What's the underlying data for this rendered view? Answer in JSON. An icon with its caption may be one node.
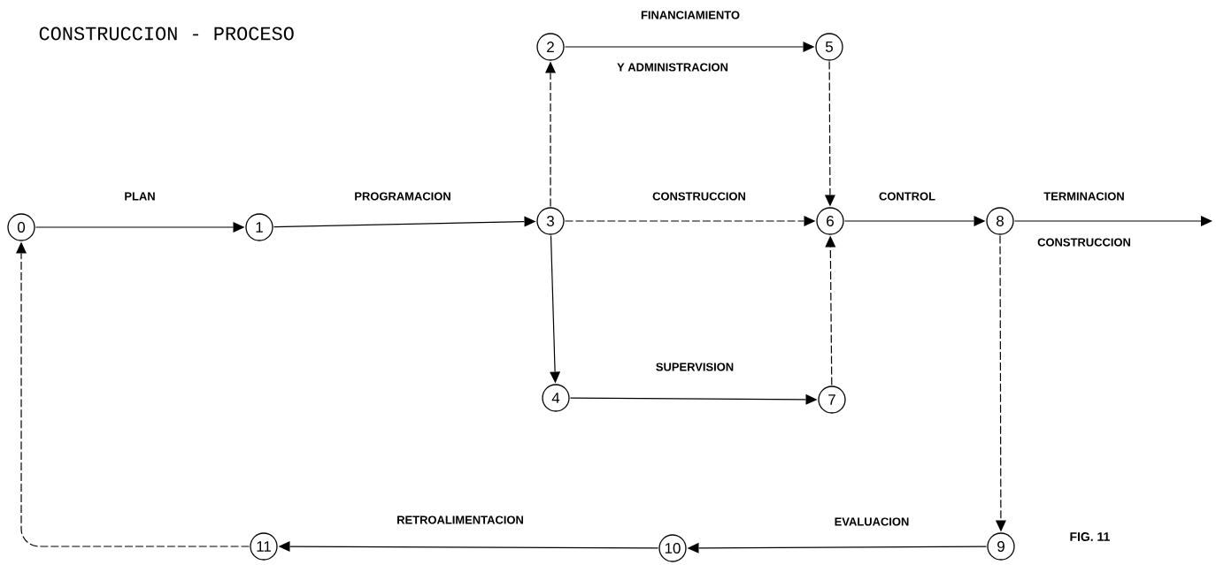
{
  "diagram": {
    "title": "CONSTRUCCION - PROCESO",
    "caption": "FIG. 11",
    "nodes": [
      {
        "text": [
          "0"
        ]
      },
      {
        "text": [
          "1"
        ]
      },
      {
        "text": [
          "2"
        ]
      },
      {
        "text": [
          "3"
        ]
      },
      {
        "text": [
          "4"
        ]
      },
      {
        "text": [
          "5"
        ]
      },
      {
        "text": [
          "6"
        ]
      },
      {
        "text": [
          "7"
        ]
      },
      {
        "text": [
          "8"
        ]
      },
      {
        "text": [
          "9"
        ]
      },
      {
        "text": [
          "10"
        ]
      },
      {
        "text": [
          "11"
        ]
      }
    ],
    "edges": [
      {
        "from": 0,
        "to": 1,
        "arrow": "to",
        "label": "PLAN"
      },
      {
        "from": 1,
        "to": 3,
        "arrow": "to",
        "label": "PROGRAMACION"
      },
      {
        "from": 3,
        "to": 2,
        "arrow": "to",
        "style": "dashed"
      },
      {
        "from": 2,
        "to": 5,
        "arrow": "to",
        "label": "FINANCIAMIENTO"
      },
      {
        "from": 5,
        "to": 6,
        "arrow": "to",
        "style": "dashed"
      },
      {
        "from": 3,
        "to": 6,
        "arrow": "to",
        "style": "dashed",
        "label": "CONSTRUCCION"
      },
      {
        "from": 3,
        "to": 4,
        "arrow": "to"
      },
      {
        "from": 4,
        "to": 7,
        "arrow": "to",
        "label": "SUPERVISION"
      },
      {
        "from": 7,
        "to": 6,
        "arrow": "to",
        "style": "dashed"
      },
      {
        "from": 6,
        "to": 8,
        "arrow": "to",
        "label": "CONTROL"
      },
      {
        "from": 8,
        "to": null,
        "arrow": "to",
        "label": "TERMINACION"
      },
      {
        "from": 8,
        "to": 9,
        "arrow": "to",
        "style": "dashed"
      },
      {
        "from": 9,
        "to": 10,
        "arrow": "to",
        "label": "EVALUACION"
      },
      {
        "from": 10,
        "to": 11,
        "arrow": "to",
        "label": "RETROALIMENTACION"
      },
      {
        "from": 11,
        "to": 0,
        "arrow": "to",
        "style": "dashed"
      }
    ],
    "labels": [
      "Y ADMINISTRACION",
      "CONSTRUCCION"
    ]
  }
}
